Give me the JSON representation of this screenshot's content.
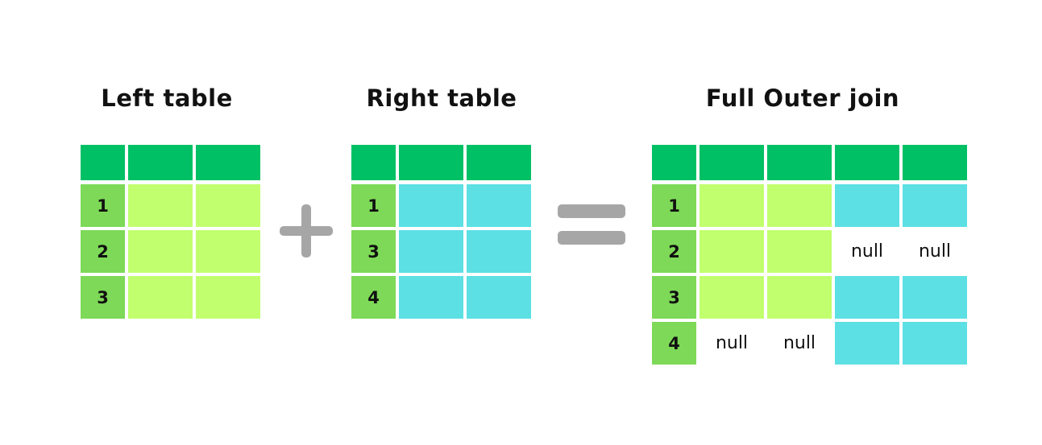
{
  "colors": {
    "header": "#00c065",
    "key": "#7dd957",
    "left": "#c1ff6e",
    "right": "#5ce0e4",
    "null": "#ffffff",
    "operator": "#a6a6a6"
  },
  "left_table": {
    "title": "Left table",
    "rows": [
      {
        "key": "1",
        "cells": [
          "left",
          "left"
        ]
      },
      {
        "key": "2",
        "cells": [
          "left",
          "left"
        ]
      },
      {
        "key": "3",
        "cells": [
          "left",
          "left"
        ]
      }
    ]
  },
  "right_table": {
    "title": "Right table",
    "rows": [
      {
        "key": "1",
        "cells": [
          "right",
          "right"
        ]
      },
      {
        "key": "3",
        "cells": [
          "right",
          "right"
        ]
      },
      {
        "key": "4",
        "cells": [
          "right",
          "right"
        ]
      }
    ]
  },
  "result_table": {
    "title": "Full Outer join",
    "rows": [
      {
        "key": "1",
        "cells": [
          "left",
          "left",
          "right",
          "right"
        ]
      },
      {
        "key": "2",
        "cells": [
          "left",
          "left",
          "null",
          "null"
        ]
      },
      {
        "key": "3",
        "cells": [
          "left",
          "left",
          "right",
          "right"
        ]
      },
      {
        "key": "4",
        "cells": [
          "null",
          "null",
          "right",
          "right"
        ]
      }
    ]
  },
  "null_label": "null",
  "operators": {
    "plus": "plus-icon",
    "equals": "equals-icon"
  }
}
